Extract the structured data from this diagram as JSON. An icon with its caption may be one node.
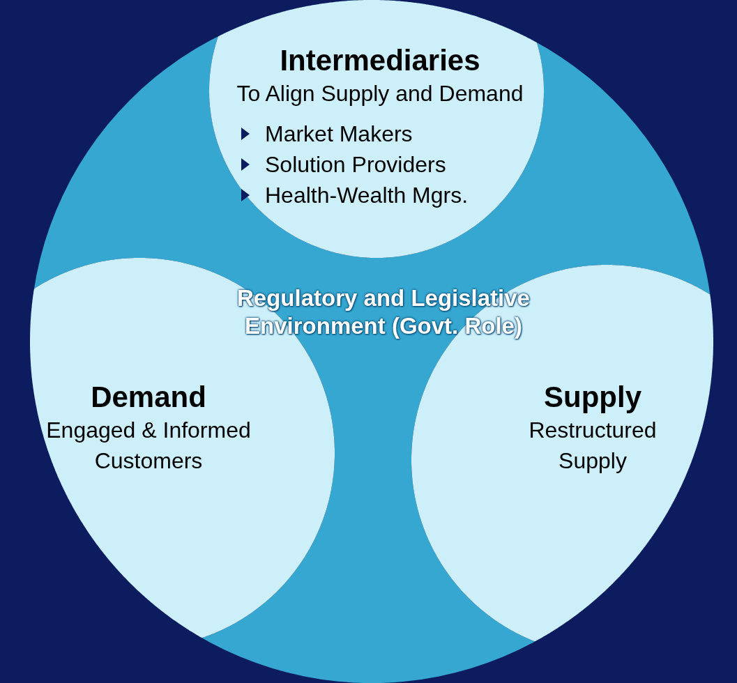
{
  "diagram": {
    "nodes": [
      {
        "text": [
          "Regulatory and Legislative Environment (Govt. Role)"
        ]
      },
      {
        "text": [
          "Intermediaries",
          "To Align Supply and Demand",
          "Market Makers",
          "Solution Providers",
          "Health-Wealth Mgrs."
        ],
        "in": 0
      },
      {
        "text": [
          "Demand",
          "Engaged & Informed Customers"
        ],
        "in": 0
      },
      {
        "text": [
          "Supply",
          "Restructured Supply"
        ],
        "in": 0
      }
    ],
    "edges": []
  }
}
